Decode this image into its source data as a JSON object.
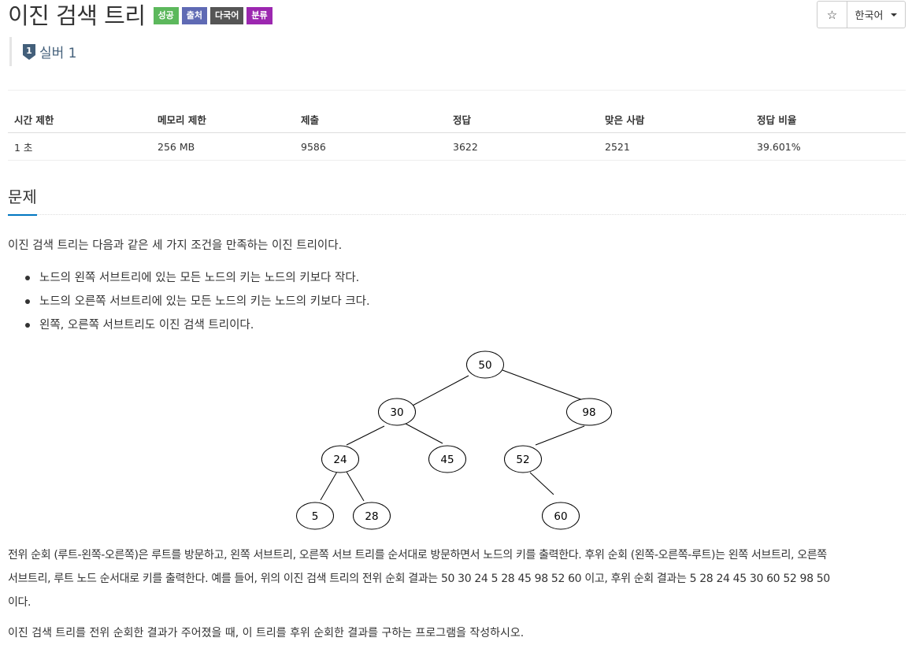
{
  "problem": {
    "title": "이진 검색 트리",
    "badges": [
      {
        "label": "성공",
        "color": "#5cb85c"
      },
      {
        "label": "출처",
        "color": "#5f6ab4"
      },
      {
        "label": "다국어",
        "color": "#555555"
      },
      {
        "label": "분류",
        "color": "#9c27b0"
      }
    ],
    "tier_icon_text": "1",
    "tier": "실버 1"
  },
  "toolbar": {
    "star_icon": "star-icon",
    "language": "한국어"
  },
  "stats": {
    "headers": [
      "시간 제한",
      "메모리 제한",
      "제출",
      "정답",
      "맞은 사람",
      "정답 비율"
    ],
    "values": [
      "1 초",
      "256 MB",
      "9586",
      "3622",
      "2521",
      "39.601%"
    ]
  },
  "section": {
    "title": "문제",
    "intro": "이진 검색 트리는 다음과 같은 세 가지 조건을 만족하는 이진 트리이다.",
    "rules": [
      "노드의 왼쪽 서브트리에 있는 모든 노드의 키는 노드의 키보다 작다.",
      "노드의 오른쪽 서브트리에 있는 모든 노드의 키는 노드의 키보다 크다.",
      "왼쪽, 오른쪽 서브트리도 이진 검색 트리이다."
    ],
    "tree_nodes": [
      "50",
      "30",
      "98",
      "24",
      "45",
      "52",
      "5",
      "28",
      "60"
    ],
    "para1_line1": "전위 순회 (루트-왼쪽-오른쪽)은 루트를 방문하고, 왼쪽 서브트리, 오른쪽 서브 트리를 순서대로 방문하면서 노드의 키를 출력한다. 후위 순회 (왼쪽-오른쪽-루트)는 왼쪽 서브트리, 오른쪽",
    "para1_line2": "서브트리, 루트 노드 순서대로 키를 출력한다. 예를 들어, 위의 이진 검색 트리의 전위 순회 결과는 50 30 24 5 28 45 98 52 60 이고, 후위 순회 결과는 5 28 24 45 30 60 52 98 50",
    "para1_line3": "이다.",
    "para2": "이진 검색 트리를 전위 순회한 결과가 주어졌을 때, 이 트리를 후위 순회한 결과를 구하는 프로그램을 작성하시오."
  }
}
